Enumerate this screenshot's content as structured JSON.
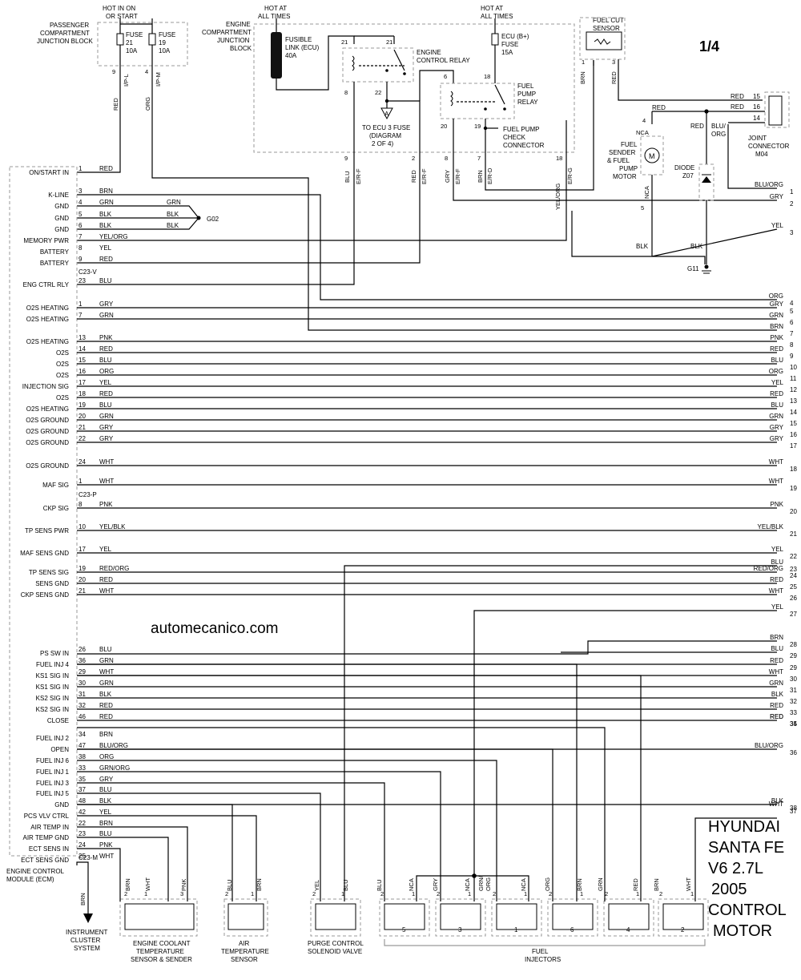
{
  "page_label": "1/4",
  "watermark": "automecanico.com",
  "title_block": [
    "HYUNDAI",
    "SANTA FE",
    "V6 2.7L",
    "2005",
    "CONTROL",
    "MOTOR"
  ],
  "ecm": {
    "label": [
      "ENGINE CONTROL",
      "MODULE (ECM)"
    ],
    "connectors": [
      "C23-V",
      "C23-P",
      "C23-M"
    ]
  },
  "top_components": {
    "hot_in_on": [
      "HOT IN ON",
      "OR START"
    ],
    "pcjb": [
      "PASSENGER",
      "COMPARTMENT",
      "JUNCTION BLOCK"
    ],
    "fuse21": [
      "FUSE",
      "21",
      "10A"
    ],
    "fuse19": [
      "FUSE",
      "19",
      "10A"
    ],
    "pcjb_pins": [
      "9",
      "4"
    ],
    "pcjb_conns": [
      "I/P-L",
      "I/P-M"
    ],
    "hot_at_all_1": [
      "HOT AT",
      "ALL TIMES"
    ],
    "hot_at_all_2": [
      "HOT AT",
      "ALL TIMES"
    ],
    "ecjb": [
      "ENGINE",
      "COMPARTMENT",
      "JUNCTION",
      "BLOCK"
    ],
    "fusible": [
      "FUSIBLE",
      "LINK (ECU)",
      "40A"
    ],
    "ecr": [
      "ENGINE",
      "CONTROL RELAY"
    ],
    "ecu_fuse": [
      "ECU (B+)",
      "FUSE",
      "15A"
    ],
    "fpr": [
      "FUEL",
      "PUMP",
      "RELAY"
    ],
    "fpcc": [
      "FUEL PUMP",
      "CHECK",
      "CONNECTOR"
    ],
    "to_ecu": [
      "TO ECU 3 FUSE",
      "(DIAGRAM",
      "2 OF 4)"
    ],
    "splice_a": "A",
    "fcs": [
      "FUEL CUT",
      "SENSOR"
    ],
    "fsender": [
      "FUEL",
      "SENDER",
      "& FUEL",
      "PUMP",
      "MOTOR"
    ],
    "motor_m": "M",
    "diode": [
      "DIODE",
      "Z07"
    ],
    "joint": [
      "JOINT",
      "CONNECTOR",
      "M04"
    ],
    "g02": "G02",
    "g11": "G11",
    "nca": "NCA",
    "relay_pins": [
      "21",
      "21",
      "8",
      "22",
      "6",
      "18",
      "20",
      "19"
    ],
    "ecjb_pins": [
      "9",
      "2",
      "8",
      "7",
      "18"
    ],
    "ecjb_conns": [
      "E/R-F",
      "E/R-F",
      "E/R-F",
      "E/R-D",
      "E/R-G"
    ],
    "ecjb_wires": [
      "BLU",
      "RED",
      "GRY",
      "BRN",
      "YEL/ORG"
    ],
    "fcs_pins": [
      "1",
      "3"
    ],
    "fcs_wires": [
      "BRN",
      "RED"
    ],
    "joint_pins": [
      "15",
      "16",
      "14"
    ],
    "joint_wires": [
      "RED",
      "RED",
      "BLU/ORG"
    ],
    "sender_pins": [
      "4",
      "5"
    ],
    "sender_wires": [
      "RED",
      "RED",
      "BLU/",
      "ORG",
      "BLK",
      "BLK"
    ],
    "pcjb_wires": [
      "RED",
      "ORG"
    ]
  },
  "ecm_rows": [
    {
      "label": "ON/START IN",
      "pin": "1",
      "color": "RED"
    },
    {
      "label": "K-LINE",
      "pin": "3",
      "color": "BRN"
    },
    {
      "label": "GND",
      "pin": "4",
      "color": "GRN",
      "color2": "GRN"
    },
    {
      "label": "GND",
      "pin": "5",
      "color": "BLK",
      "color2": "BLK"
    },
    {
      "label": "GND",
      "pin": "6",
      "color": "BLK",
      "color2": "BLK"
    },
    {
      "label": "MEMORY PWR",
      "pin": "7",
      "color": "YEL/ORG"
    },
    {
      "label": "BATTERY",
      "pin": "8",
      "color": "YEL"
    },
    {
      "label": "BATTERY",
      "pin": "9",
      "color": "RED"
    },
    {
      "label": "ENG CTRL RLY",
      "pin": "23",
      "color": "BLU"
    },
    {
      "label": "O2S HEATING",
      "pin": "1",
      "color": "GRY"
    },
    {
      "label": "O2S HEATING",
      "pin": "7",
      "color": "GRN"
    },
    {
      "label": "O2S HEATING",
      "pin": "13",
      "color": "PNK",
      "right": "PNK",
      "num": "8"
    },
    {
      "label": "O2S",
      "pin": "14",
      "color": "RED",
      "right": "RED",
      "num": "9"
    },
    {
      "label": "O2S",
      "pin": "15",
      "color": "BLU",
      "right": "BLU",
      "num": "10"
    },
    {
      "label": "O2S",
      "pin": "16",
      "color": "ORG",
      "right": "ORG",
      "num": "11"
    },
    {
      "label": "INJECTION SIG",
      "pin": "17",
      "color": "YEL",
      "right": "YEL",
      "num": "12"
    },
    {
      "label": "O2S",
      "pin": "18",
      "color": "RED",
      "right": "RED",
      "num": "13"
    },
    {
      "label": "O2S HEATING",
      "pin": "19",
      "color": "BLU",
      "right": "BLU",
      "num": "14"
    },
    {
      "label": "O2S GROUND",
      "pin": "20",
      "color": "GRN",
      "right": "GRN",
      "num": "15"
    },
    {
      "label": "O2S GROUND",
      "pin": "21",
      "color": "GRY",
      "right": "GRY",
      "num": "16"
    },
    {
      "label": "O2S GROUND",
      "pin": "22",
      "color": "GRY",
      "right": "GRY",
      "num": "17"
    },
    {
      "label": "O2S GROUND",
      "pin": "24",
      "color": "WHT",
      "right": "WHT",
      "num": "18"
    },
    {
      "label": "MAF SIG",
      "pin": "1",
      "color": "WHT",
      "right": "WHT",
      "num": "19"
    },
    {
      "label": "CKP SIG",
      "pin": "8",
      "color": "PNK",
      "right": "PNK",
      "num": "20"
    },
    {
      "label": "TP SENS PWR",
      "pin": "10",
      "color": "YEL/BLK",
      "right": "YEL/BLK",
      "num": "21"
    },
    {
      "label": "MAF SENS GND",
      "pin": "17",
      "color": "YEL",
      "right": "YEL",
      "num": "22"
    },
    {
      "label": "TP SENS SIG",
      "pin": "19",
      "color": "RED/ORG",
      "right": "RED/ORG",
      "num": "24"
    },
    {
      "label": "SENS GND",
      "pin": "20",
      "color": "RED",
      "right": "RED",
      "num": "25"
    },
    {
      "label": "CKP SENS GND",
      "pin": "21",
      "color": "WHT",
      "right": "WHT",
      "num": "26"
    },
    {
      "label": "PS SW IN",
      "pin": "26",
      "color": "BLU"
    },
    {
      "label": "FUEL INJ 4",
      "pin": "36",
      "color": "GRN",
      "right": "RED",
      "num": "29"
    },
    {
      "label": "KS1 SIG IN",
      "pin": "29",
      "color": "WHT",
      "right": "WHT",
      "num": "30"
    },
    {
      "label": "KS1 SIG IN",
      "pin": "30",
      "color": "GRN",
      "right": "GRN",
      "num": "31"
    },
    {
      "label": "KS2 SIG IN",
      "pin": "31",
      "color": "BLK",
      "right": "BLK",
      "num": "32"
    },
    {
      "label": "KS2 SIG IN",
      "pin": "32",
      "color": "RED",
      "right": "RED",
      "num": "33"
    },
    {
      "label": "CLOSE",
      "pin": "46",
      "color": "RED",
      "right": "RED",
      "num": "34"
    },
    {
      "label": "FUEL INJ 2",
      "pin": "34",
      "color": "BRN"
    },
    {
      "label": "OPEN",
      "pin": "47",
      "color": "BLU/ORG",
      "right": "BLU/ORG",
      "num": "36"
    },
    {
      "label": "FUEL INJ 6",
      "pin": "38",
      "color": "ORG"
    },
    {
      "label": "FUEL INJ 1",
      "pin": "33",
      "color": "GRN/ORG"
    },
    {
      "label": "FUEL INJ 3",
      "pin": "35",
      "color": "GRY"
    },
    {
      "label": "FUEL INJ 5",
      "pin": "37",
      "color": "BLU"
    },
    {
      "label": "GND",
      "pin": "48",
      "color": "BLK",
      "right": "BLK",
      "num": "38"
    },
    {
      "label": "PCS VLV CTRL",
      "pin": "42",
      "color": "YEL"
    },
    {
      "label": "AIR TEMP IN",
      "pin": "22",
      "color": "BRN"
    },
    {
      "label": "AIR TEMP GND",
      "pin": "23",
      "color": "BLU"
    },
    {
      "label": "ECT SENS IN",
      "pin": "24",
      "color": "PNK"
    },
    {
      "label": "ECT SENS GND",
      "pin": "25",
      "color": "WHT"
    }
  ],
  "extra_right": [
    {
      "color": "BLU/ORG",
      "num": "1"
    },
    {
      "color": "GRY",
      "num": "2"
    },
    {
      "color": "YEL",
      "num": "3"
    },
    {
      "color": "ORG",
      "num": "4"
    },
    {
      "color": "GRY",
      "num": "5"
    },
    {
      "color": "GRN",
      "num": "6"
    },
    {
      "color": "BRN",
      "num": "7"
    },
    {
      "color": "BLU",
      "num": "23"
    },
    {
      "color": "YEL",
      "num": "27"
    },
    {
      "color": "BRN",
      "num": "28"
    },
    {
      "color": "BLU",
      "num": "29"
    },
    {
      "color": "WHT",
      "num": "37"
    },
    {
      "color": "RED",
      "num": "35"
    }
  ],
  "bottom": {
    "instrument": [
      "INSTRUMENT",
      "CLUSTER",
      "SYSTEM"
    ],
    "ect": [
      "ENGINE COOLANT",
      "TEMPERATURE",
      "SENSOR & SENDER"
    ],
    "iat": [
      "AIR",
      "TEMPERATURE",
      "SENSOR"
    ],
    "purge": [
      "PURGE CONTROL",
      "SOLENOID VALVE"
    ],
    "fuel_inj": [
      "FUEL",
      "INJECTORS"
    ],
    "injector_nums": [
      "5",
      "3",
      "1",
      "6",
      "4",
      "2"
    ],
    "brn": "BRN",
    "ect_pins": [
      "2",
      "1",
      "3"
    ],
    "ect_wires": [
      "BRN",
      "WHT",
      "PNK"
    ],
    "iat_pins": [
      "2",
      "1"
    ],
    "iat_wires": [
      "BLU",
      "BRN"
    ],
    "purge_pins": [
      "2",
      "1"
    ],
    "purge_wires": [
      "YEL",
      "BLU"
    ],
    "inj_pins": [
      "2",
      "1",
      "2",
      "1",
      "2",
      "1",
      "2",
      "1",
      "2",
      "1",
      "2",
      "1"
    ],
    "inj_wires": [
      "BLU",
      "NCA",
      "GRY",
      "NCA",
      "GRN/",
      "ORG",
      "NCA",
      "ORG",
      "BRN",
      "GRN",
      "RED",
      "BRN",
      "WHT"
    ]
  }
}
